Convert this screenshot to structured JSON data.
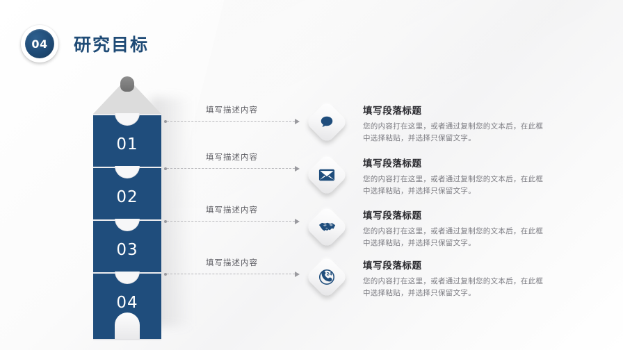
{
  "slide": {
    "background_color": "#f7f7f8",
    "accent_color": "#1f4d7c"
  },
  "header": {
    "badge_number": "04",
    "title": "研究目标"
  },
  "pencil": {
    "segments": [
      {
        "label": "01"
      },
      {
        "label": "02"
      },
      {
        "label": "03"
      },
      {
        "label": "04"
      }
    ]
  },
  "connectors": [
    {
      "label": "填写描述内容"
    },
    {
      "label": "填写描述内容"
    },
    {
      "label": "填写描述内容"
    },
    {
      "label": "填写描述内容"
    }
  ],
  "items": [
    {
      "icon": "speech-bubble-icon",
      "title": "填写段落标题",
      "body": "您的内容打在这里，或者通过复制您的文本后，在此框中选择粘贴，并选择只保留文字。"
    },
    {
      "icon": "envelope-icon",
      "title": "填写段落标题",
      "body": "您的内容打在这里，或者通过复制您的文本后，在此框中选择粘贴，并选择只保留文字。"
    },
    {
      "icon": "handshake-icon",
      "title": "填写段落标题",
      "body": "您的内容打在这里，或者通过复制您的文本后，在此框中选择粘贴，并选择只保留文字。"
    },
    {
      "icon": "phone-24h-icon",
      "title": "填写段落标题",
      "body": "您的内容打在这里，或者通过复制您的文本后，在此框中选择粘贴，并选择只保留文字。"
    }
  ]
}
